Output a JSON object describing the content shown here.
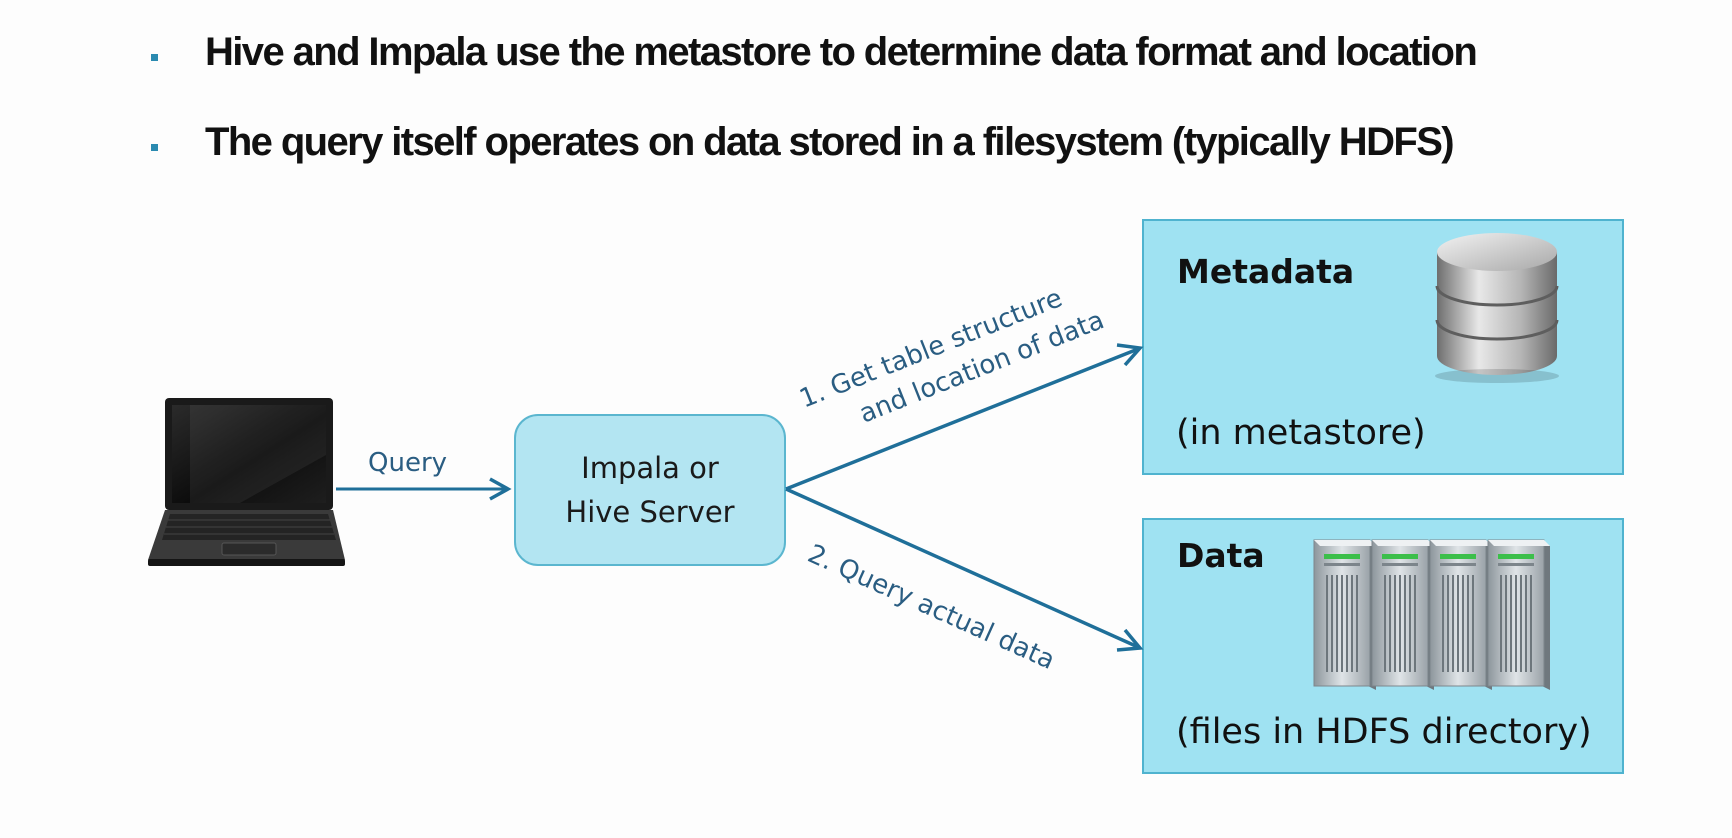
{
  "bullets": [
    "Hive and Impala use the metastore to determine data format and location",
    "The query itself operates on data stored in a filesystem (typically  HDFS)"
  ],
  "diagram": {
    "query_label": "Query",
    "server": {
      "line1": "Impala or",
      "line2": "Hive Server"
    },
    "edge1": {
      "line1": "1. Get table structure",
      "line2": "and location of data"
    },
    "edge2": "2. Query actual data",
    "metadata_box": {
      "title": "Metadata",
      "subtitle": "(in metastore)"
    },
    "data_box": {
      "title": "Data",
      "subtitle": "(files in HDFS directory)"
    }
  },
  "colors": {
    "arrow": "#1f6f99",
    "box_fill": "#9fe2f2",
    "server_fill": "#b3e5f2",
    "edge_label": "#2a5d82"
  },
  "icons": {
    "client": "laptop-icon",
    "metastore": "database-icon",
    "storage": "server-rack-icon"
  }
}
